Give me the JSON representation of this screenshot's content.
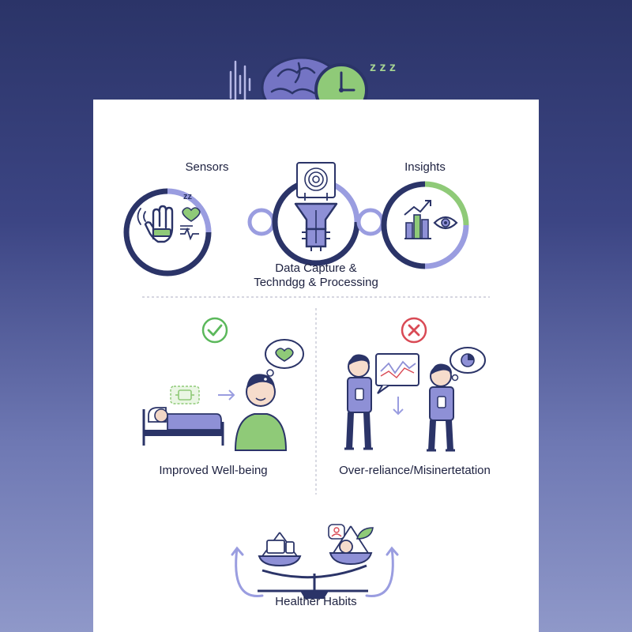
{
  "hero": {
    "icon": "brain-clock-icon",
    "sleep_text": "z z z"
  },
  "pipeline": {
    "sensors_label": "Sensors",
    "insights_label": "Insights",
    "processing_label_line1": "Data Capture &",
    "processing_label_line2": "Techndgg & Processing"
  },
  "outcomes": {
    "positive_label": "Improved Well-being",
    "negative_label": "Over-reliance/Misinertetation"
  },
  "balance": {
    "label": "Healther Habits"
  },
  "colors": {
    "navy": "#2b3468",
    "lavender": "#8e90d6",
    "green": "#8fca78",
    "check_green": "#5bb85b",
    "error_red": "#d94a55"
  }
}
